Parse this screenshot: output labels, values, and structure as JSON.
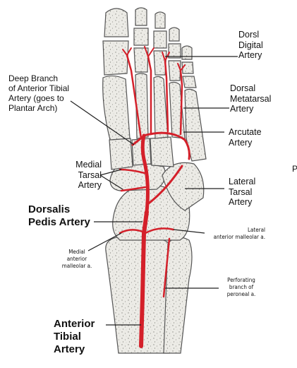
{
  "labels": {
    "dorsal_digital": "Dorsl\nDigital\nArtery",
    "deep_branch": "Deep Branch\nof Anterior Tibial\nArtery (goes to\nPlantar Arch)",
    "dorsal_metatarsal": "Dorsal\nMetatarsal\nArtery",
    "arcuate": "Arcutate\nArtery",
    "medial_tarsal": "Medial\nTarsal\nArtery",
    "lateral_tarsal": "Lateral\nTarsal\nArtery",
    "dorsalis_pedis": "Dorsalis\nPedis Artery",
    "lateral_malleolar": "Lateral\nanterior malleolar a.",
    "medial_malleolar": "Medial\nanterior\nmalleolar a.",
    "perforating_peroneal": "Perforating\nbranch of\nperoneal a.",
    "anterior_tibial": "Anterior\nTibial\nArtery",
    "edge_fragment": "P"
  },
  "colors": {
    "artery": "#d4202a",
    "bone_fill": "#ecebe6",
    "bone_outline": "#555555",
    "leader_line": "#222222"
  }
}
